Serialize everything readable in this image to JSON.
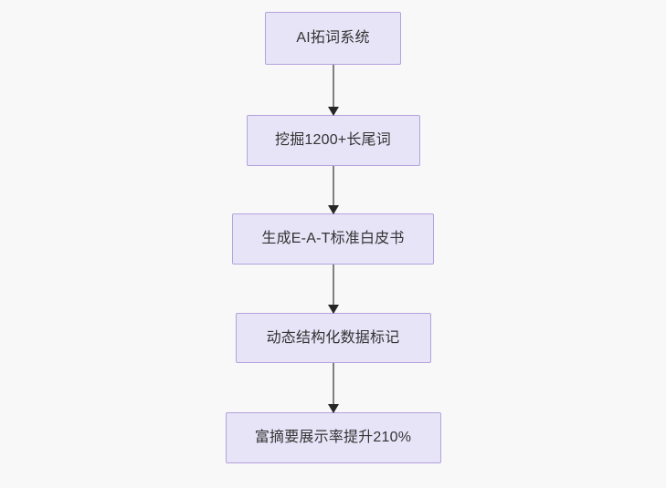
{
  "diagram": {
    "type": "flowchart",
    "direction": "top-to-bottom",
    "background_color": "#f8f8f8",
    "node_fill_color": "#e8e4f8",
    "node_border_color": "#b4a2dd",
    "node_text_color": "#333333",
    "connector_line_color": "#808080",
    "connector_arrow_color": "#262626",
    "nodes": [
      {
        "id": "n1",
        "label": "AI拓词系统"
      },
      {
        "id": "n2",
        "label": "挖掘1200+长尾词"
      },
      {
        "id": "n3",
        "label": "生成E-A-T标准白皮书"
      },
      {
        "id": "n4",
        "label": "动态结构化数据标记"
      },
      {
        "id": "n5",
        "label": "富摘要展示率提升210%"
      }
    ],
    "edges": [
      {
        "from": "n1",
        "to": "n2",
        "label": ""
      },
      {
        "from": "n2",
        "to": "n3",
        "label": ""
      },
      {
        "from": "n3",
        "to": "n4",
        "label": ""
      },
      {
        "from": "n4",
        "to": "n5",
        "label": ""
      }
    ]
  }
}
